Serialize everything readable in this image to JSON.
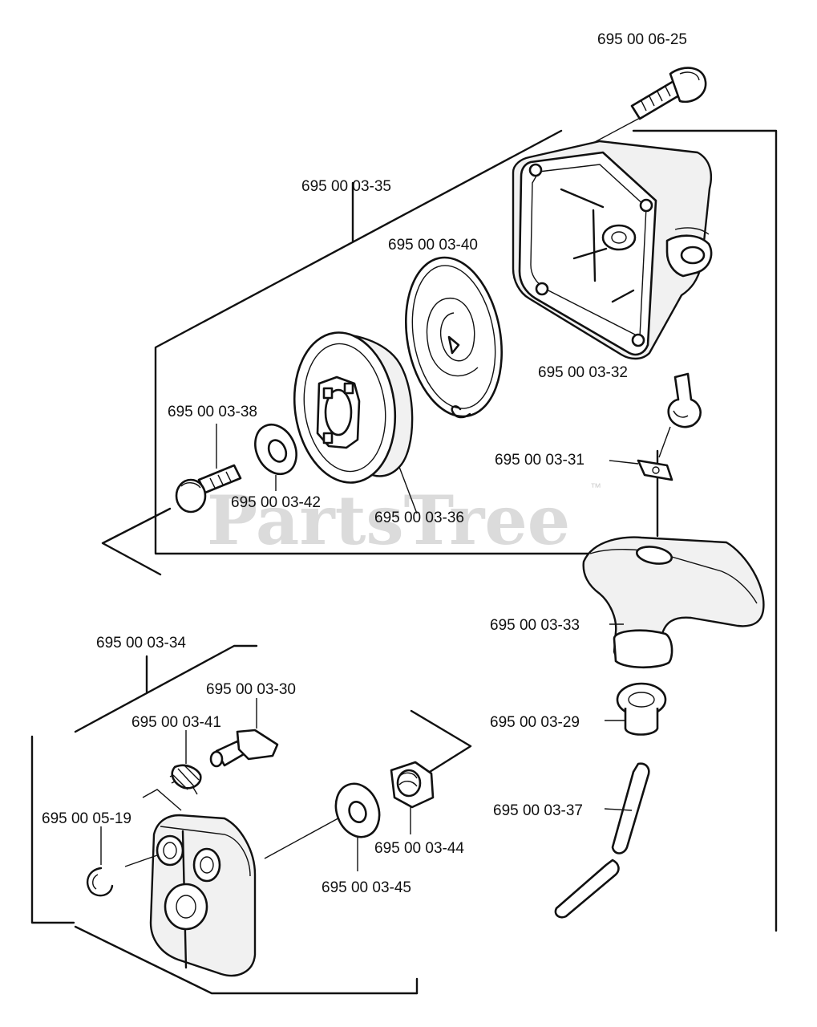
{
  "watermark": {
    "text": "PartsTree",
    "mark": "™"
  },
  "parts": [
    {
      "id": "p0625",
      "number": "695 00 06-25",
      "icon": "screw-icon"
    },
    {
      "id": "p0335",
      "number": "695 00 03-35",
      "icon": "assembly-bracket-icon"
    },
    {
      "id": "p0340",
      "number": "695 00 03-40",
      "icon": "recoil-spring-icon"
    },
    {
      "id": "p0332",
      "number": "695 00 03-32",
      "icon": "starter-housing-icon"
    },
    {
      "id": "p0338",
      "number": "695 00 03-38",
      "icon": "bolt-icon"
    },
    {
      "id": "p0331",
      "number": "695 00 03-31",
      "icon": "rope-clip-icon"
    },
    {
      "id": "p0342",
      "number": "695 00 03-42",
      "icon": "washer-icon"
    },
    {
      "id": "p0336",
      "number": "695 00 03-36",
      "icon": "rope-pulley-icon"
    },
    {
      "id": "p0333",
      "number": "695 00 03-33",
      "icon": "starter-handle-icon"
    },
    {
      "id": "p0334",
      "number": "695 00 03-34",
      "icon": "assembly-bracket-icon"
    },
    {
      "id": "p0330",
      "number": "695 00 03-30",
      "icon": "pawl-icon"
    },
    {
      "id": "p0341",
      "number": "695 00 03-41",
      "icon": "spring-icon"
    },
    {
      "id": "p0329",
      "number": "695 00 03-29",
      "icon": "bushing-icon"
    },
    {
      "id": "p0519",
      "number": "695 00 05-19",
      "icon": "circlip-icon"
    },
    {
      "id": "p0344",
      "number": "695 00 03-44",
      "icon": "nut-icon"
    },
    {
      "id": "p0337",
      "number": "695 00 03-37",
      "icon": "starter-rope-icon"
    },
    {
      "id": "p0345",
      "number": "695 00 03-45",
      "icon": "washer-icon"
    }
  ]
}
